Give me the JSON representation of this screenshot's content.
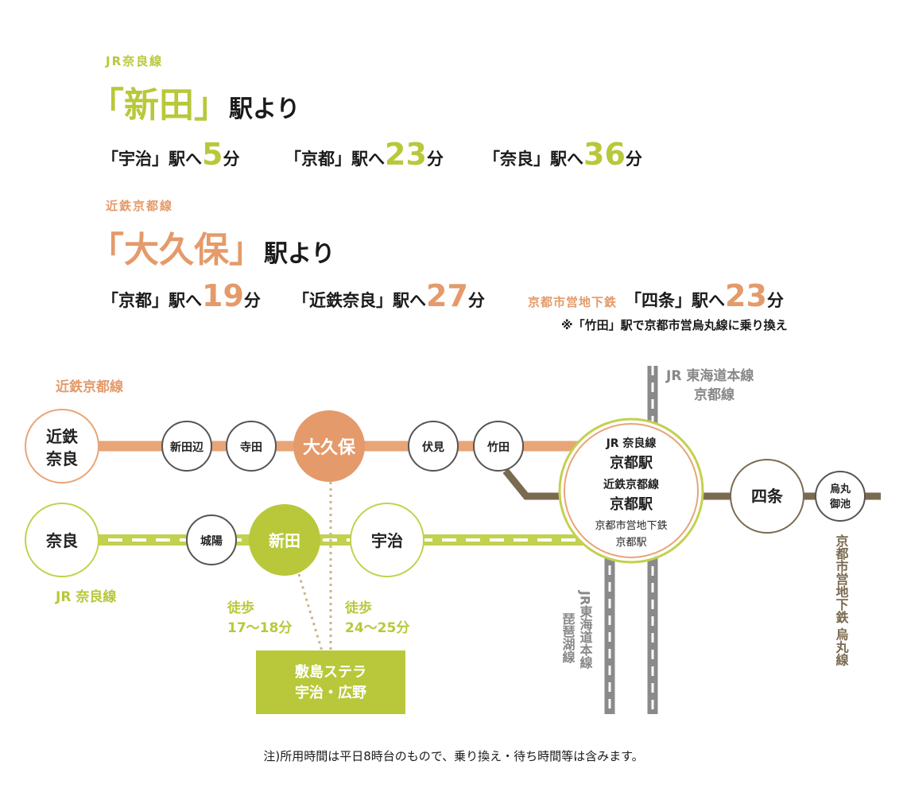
{
  "section1": {
    "line_label": "JR奈良線",
    "station": "「新田」",
    "suffix": "駅より",
    "items": [
      {
        "dest": "「宇治」駅へ",
        "min": "5",
        "unit": "分"
      },
      {
        "dest": "「京都」駅へ",
        "min": "23",
        "unit": "分"
      },
      {
        "dest": "「奈良」駅へ",
        "min": "36",
        "unit": "分"
      }
    ]
  },
  "section2": {
    "line_label": "近鉄京都線",
    "station": "「大久保」",
    "suffix": "駅より",
    "items": [
      {
        "dest": "「京都」駅へ",
        "min": "19",
        "unit": "分"
      },
      {
        "dest": "「近鉄奈良」駅へ",
        "min": "27",
        "unit": "分"
      },
      {
        "pre": "京都市営地下鉄",
        "dest": "「四条」駅へ",
        "min": "23",
        "unit": "分"
      }
    ],
    "note": "※「竹田」駅で京都市営烏丸線に乗り換え"
  },
  "map": {
    "line_kintetsu": "近鉄京都線",
    "line_jr_nara": "JR 奈良線",
    "line_jr_tokaido_top_1": "JR 東海道本線",
    "line_jr_tokaido_top_2": "京都線",
    "line_biwako": "JR東海道本線",
    "line_biwako_sub": "琵琶湖線",
    "line_karasuma": "京都市営地下鉄 烏丸線",
    "stations": {
      "kintetsu_nara_1": "近鉄",
      "kintetsu_nara_2": "奈良",
      "shintanabe": "新田辺",
      "terada": "寺田",
      "okubo": "大久保",
      "fushimi": "伏見",
      "takeda": "竹田",
      "nara": "奈良",
      "joyo": "城陽",
      "shinden": "新田",
      "uji": "宇治",
      "shijo": "四条",
      "karasuma_oike_1": "烏丸",
      "karasuma_oike_2": "御池"
    },
    "kyoto_hub": {
      "l1": "JR 奈良線",
      "l2": "京都駅",
      "l3": "近鉄京都線",
      "l4": "京都駅",
      "l5": "京都市営地下鉄",
      "l6": "京都駅"
    },
    "walk_left_1": "徒歩",
    "walk_left_2": "17〜18分",
    "walk_right_1": "徒歩",
    "walk_right_2": "24〜25分",
    "destination_1": "敷島ステラ",
    "destination_2": "宇治・広野"
  },
  "footnote": "注)所用時間は平日8時台のもので、乗り換え・待ち時間等は含みます。",
  "colors": {
    "green": "#b8c83a",
    "orange": "#e49a6a",
    "brown": "#7a6a50",
    "gray": "#888888"
  }
}
